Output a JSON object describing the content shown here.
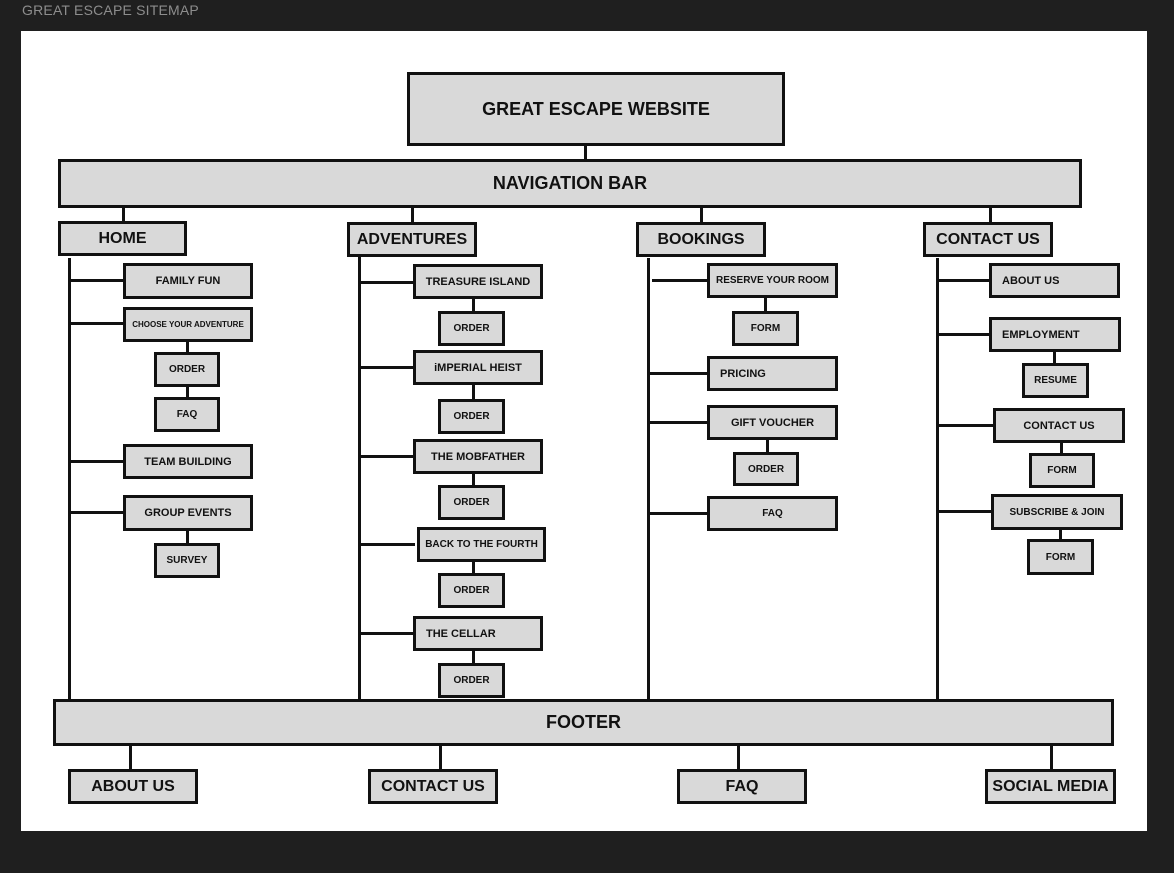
{
  "app_title": "GREAT ESCAPE SITEMAP",
  "root": "GREAT ESCAPE WEBSITE",
  "navigation_bar": "NAVIGATION BAR",
  "footer": "FOOTER",
  "columns": {
    "home": {
      "label": "HOME",
      "family_fun": "FAMILY FUN",
      "choose_adventure": "CHOOSE YOUR ADVENTURE",
      "choose_order": "ORDER",
      "choose_faq": "FAQ",
      "team_building": "TEAM BUILDING",
      "group_events": "GROUP EVENTS",
      "survey": "SURVEY"
    },
    "adventures": {
      "label": "ADVENTURES",
      "treasure_island": "TREASURE ISLAND",
      "imperial_heist": "iMPERIAL HEIST",
      "mobfather": "THE MOBFATHER",
      "back_to_fourth": "BACK TO THE FOURTH",
      "cellar": "THE CELLAR",
      "order": "ORDER"
    },
    "bookings": {
      "label": "BOOKINGS",
      "reserve_room": "RESERVE YOUR ROOM",
      "form": "FORM",
      "pricing": "PRICING",
      "gift_voucher": "GIFT VOUCHER",
      "order": "ORDER",
      "faq": "FAQ"
    },
    "contact": {
      "label": "CONTACT US",
      "about_us": "ABOUT US",
      "employment": "EMPLOYMENT",
      "resume": "RESUME",
      "contact_us": "CONTACT US",
      "form": "FORM",
      "subscribe_join": "SUBSCRIBE & JOIN"
    }
  },
  "footer_links": {
    "about_us": "ABOUT US",
    "contact_us": "CONTACT US",
    "faq": "FAQ",
    "social_media": "SOCIAL MEDIA"
  }
}
